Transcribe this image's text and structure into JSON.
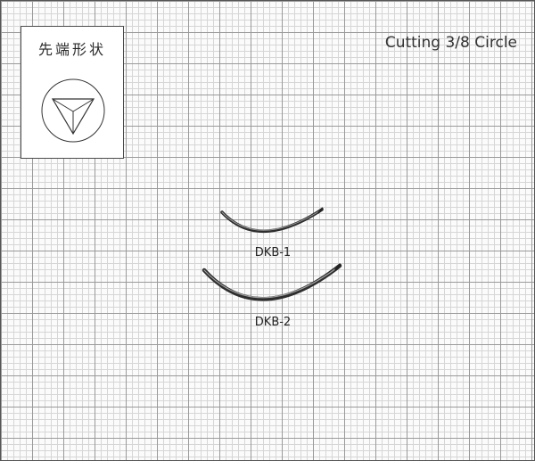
{
  "tip_shape": {
    "label": "先端形状",
    "icon": "triangle-cutting-tip-icon"
  },
  "title": "Cutting 3/8 Circle",
  "needles": [
    {
      "label": "DKB-1"
    },
    {
      "label": "DKB-2"
    }
  ],
  "colors": {
    "grid_major": "#9a9a9a",
    "grid_minor": "#d6d6d6",
    "needle": "#3a3a3a"
  }
}
